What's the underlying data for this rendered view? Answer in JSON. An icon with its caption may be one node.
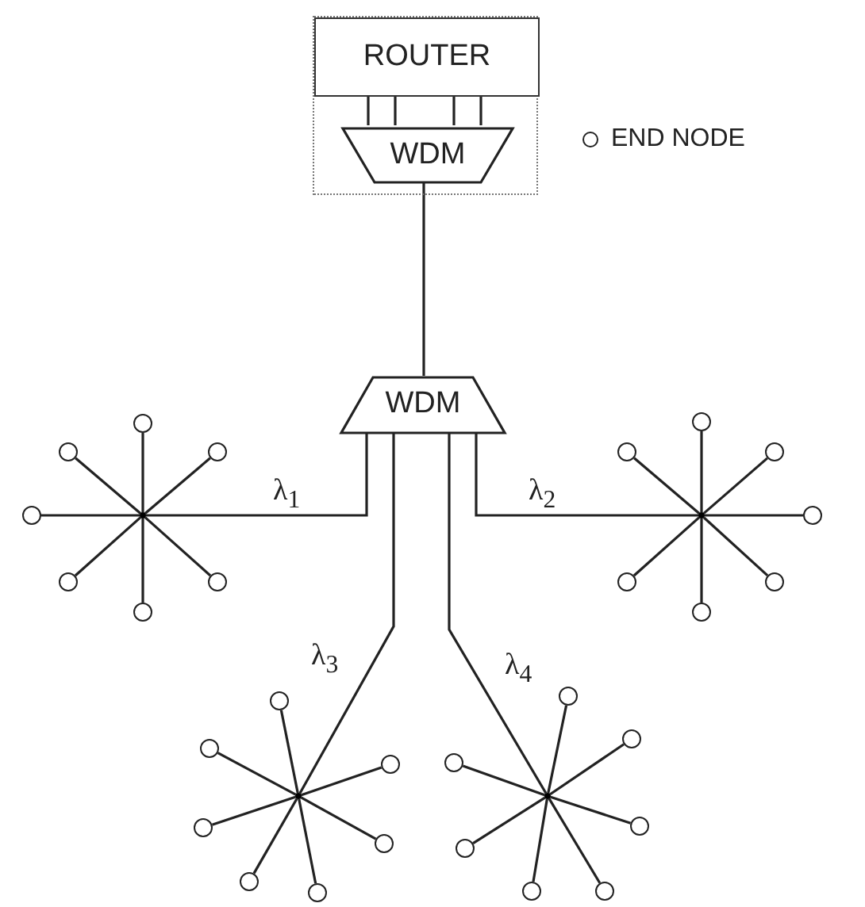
{
  "diagram": {
    "nodes": [
      {
        "text": [],
        "shape": "box"
      },
      {
        "text": [
          "ROUTER"
        ],
        "in": 0
      },
      {
        "text": [
          "WDM"
        ],
        "in": 0
      },
      {
        "text": [
          "WDM"
        ]
      },
      {
        "text": [],
        "shape": "point"
      },
      {
        "text": [],
        "shape": "point"
      },
      {
        "text": [],
        "shape": "point"
      },
      {
        "text": [],
        "shape": "point"
      },
      {
        "text": [],
        "shape": "circle"
      },
      {
        "text": [],
        "shape": "circle"
      },
      {
        "text": [],
        "shape": "circle"
      },
      {
        "text": [],
        "shape": "circle"
      },
      {
        "text": [],
        "shape": "circle"
      },
      {
        "text": [],
        "shape": "circle"
      },
      {
        "text": [],
        "shape": "circle"
      },
      {
        "text": [],
        "shape": "circle"
      },
      {
        "text": [],
        "shape": "circle"
      },
      {
        "text": [],
        "shape": "circle"
      },
      {
        "text": [],
        "shape": "circle"
      },
      {
        "text": [],
        "shape": "circle"
      },
      {
        "text": [],
        "shape": "circle"
      },
      {
        "text": [],
        "shape": "circle"
      },
      {
        "text": [],
        "shape": "circle"
      },
      {
        "text": [],
        "shape": "circle"
      },
      {
        "text": [],
        "shape": "circle"
      },
      {
        "text": [],
        "shape": "circle"
      },
      {
        "text": [],
        "shape": "circle"
      },
      {
        "text": [],
        "shape": "circle"
      },
      {
        "text": [],
        "shape": "circle"
      },
      {
        "text": [],
        "shape": "circle"
      },
      {
        "text": [],
        "shape": "circle"
      },
      {
        "text": [],
        "shape": "circle"
      },
      {
        "text": [],
        "shape": "circle"
      },
      {
        "text": [],
        "shape": "circle"
      },
      {
        "text": [],
        "shape": "circle"
      },
      {
        "text": [],
        "shape": "circle"
      }
    ],
    "edges": [
      {
        "from": 1,
        "to": 2,
        "arrow": "none"
      },
      {
        "from": 1,
        "to": 2,
        "arrow": "none"
      },
      {
        "from": 1,
        "to": 2,
        "arrow": "none"
      },
      {
        "from": 1,
        "to": 2,
        "arrow": "none"
      },
      {
        "from": 2,
        "to": 3,
        "arrow": "none"
      },
      {
        "from": 3,
        "to": 4,
        "arrow": "none",
        "label": "λ$_{1}$"
      },
      {
        "from": 3,
        "to": 5,
        "arrow": "none",
        "label": "λ$_{2}$"
      },
      {
        "from": 3,
        "to": 6,
        "arrow": "none",
        "label": "λ$_{3}$"
      },
      {
        "from": 3,
        "to": 7,
        "arrow": "none",
        "label": "λ$_{4}$"
      },
      {
        "from": 4,
        "to": 8,
        "arrow": "none"
      },
      {
        "from": 4,
        "to": 9,
        "arrow": "none"
      },
      {
        "from": 4,
        "to": 10,
        "arrow": "none"
      },
      {
        "from": 4,
        "to": 11,
        "arrow": "none"
      },
      {
        "from": 4,
        "to": 12,
        "arrow": "none"
      },
      {
        "from": 4,
        "to": 13,
        "arrow": "none"
      },
      {
        "from": 4,
        "to": 14,
        "arrow": "none"
      },
      {
        "from": 5,
        "to": 15,
        "arrow": "none"
      },
      {
        "from": 5,
        "to": 16,
        "arrow": "none"
      },
      {
        "from": 5,
        "to": 17,
        "arrow": "none"
      },
      {
        "from": 5,
        "to": 18,
        "arrow": "none"
      },
      {
        "from": 5,
        "to": 19,
        "arrow": "none"
      },
      {
        "from": 5,
        "to": 20,
        "arrow": "none"
      },
      {
        "from": 5,
        "to": 21,
        "arrow": "none"
      },
      {
        "from": 6,
        "to": 22,
        "arrow": "none"
      },
      {
        "from": 6,
        "to": 23,
        "arrow": "none"
      },
      {
        "from": 6,
        "to": 24,
        "arrow": "none"
      },
      {
        "from": 6,
        "to": 25,
        "arrow": "none"
      },
      {
        "from": 6,
        "to": 26,
        "arrow": "none"
      },
      {
        "from": 6,
        "to": 27,
        "arrow": "none"
      },
      {
        "from": 6,
        "to": 28,
        "arrow": "none"
      },
      {
        "from": 7,
        "to": 29,
        "arrow": "none"
      },
      {
        "from": 7,
        "to": 30,
        "arrow": "none"
      },
      {
        "from": 7,
        "to": 31,
        "arrow": "none"
      },
      {
        "from": 7,
        "to": 32,
        "arrow": "none"
      },
      {
        "from": 7,
        "to": 33,
        "arrow": "none"
      },
      {
        "from": 7,
        "to": 34,
        "arrow": "none"
      },
      {
        "from": 7,
        "to": 35,
        "arrow": "none"
      }
    ],
    "legend": [
      {
        "text": "END NODE"
      }
    ]
  }
}
